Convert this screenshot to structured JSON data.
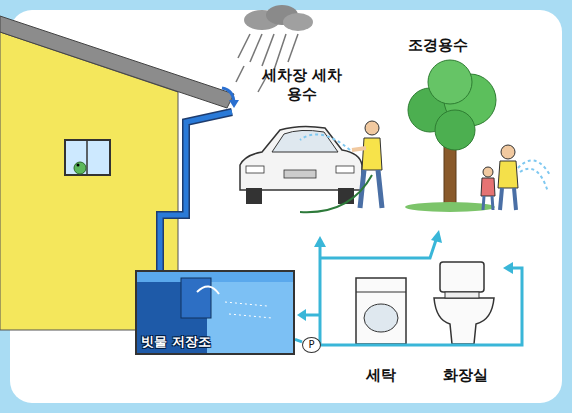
{
  "diagram": {
    "nodes": [
      {
        "text": [
          "빗물 저장조"
        ]
      },
      {
        "text": [
          "P"
        ]
      }
    ],
    "edges": [
      {
        "from": 0,
        "to": 1,
        "arrow": "none"
      }
    ],
    "labels": [
      "세차장 세차용수",
      "조경용수",
      "세탁",
      "화장실"
    ]
  }
}
